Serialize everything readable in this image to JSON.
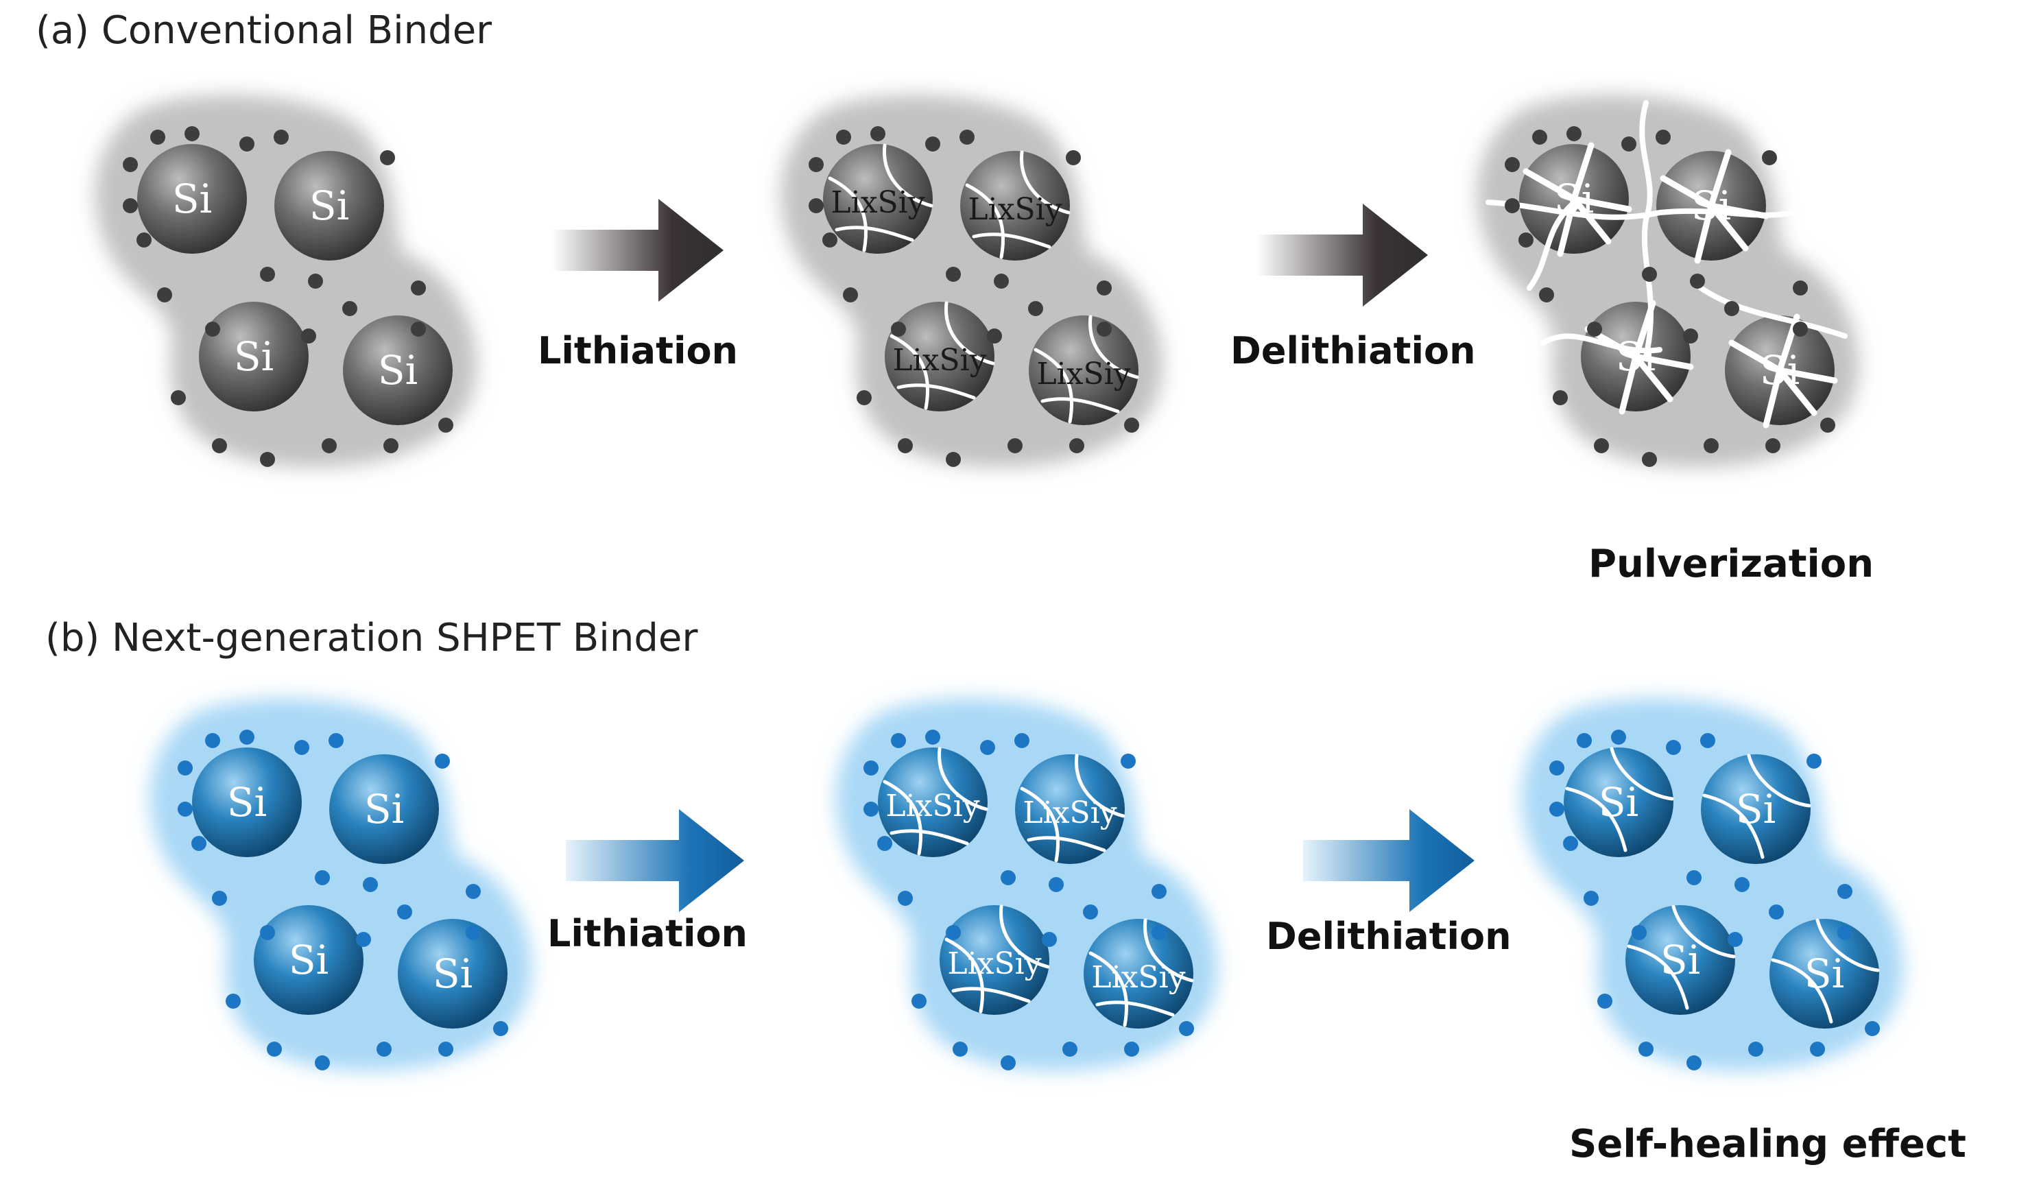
{
  "sections": {
    "a": {
      "title": "(a) Conventional Binder",
      "step1_label": "Lithiation",
      "step2_label": "Delithiation",
      "result_label": "Pulverization"
    },
    "b": {
      "title": "(b) Next-generation SHPET Binder",
      "step1_label": "Lithiation",
      "step2_label": "Delithiation",
      "result_label": "Self-healing effect"
    }
  },
  "particles": {
    "pristine_label": "Si",
    "lithiated_label": "LixSiy",
    "delithiated_label": "Si"
  },
  "colors": {
    "conventional_binder": "#c2c2c2",
    "conventional_particle": "#5a5a5a",
    "conventional_arrow": "#333333",
    "shpet_binder": "#a9d8f6",
    "shpet_particle": "#1f6fa8",
    "shpet_arrow": "#1867a9",
    "crack": "#ffffff"
  }
}
